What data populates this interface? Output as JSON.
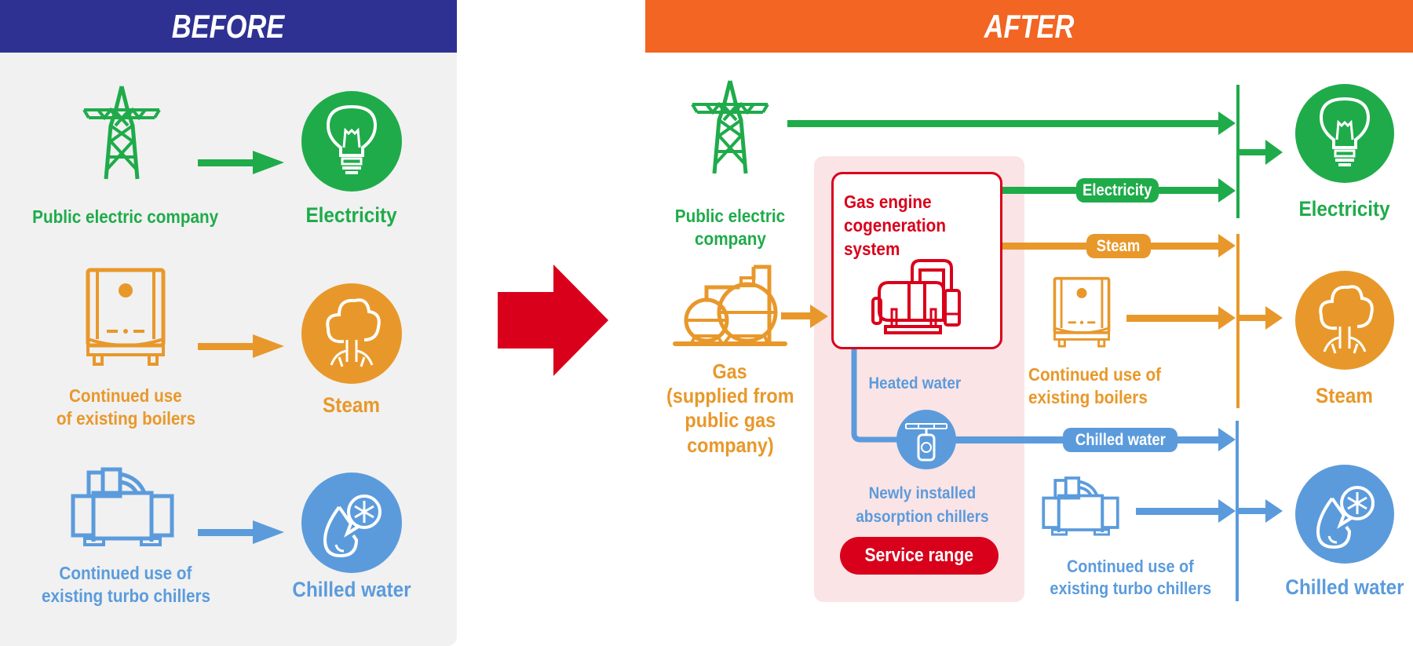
{
  "colors": {
    "before_header": "#2e3192",
    "after_header": "#f26522",
    "electricity": "#1fab4a",
    "steam": "#e8982a",
    "chilled_water": "#5b9bdc",
    "service": "#d9001b",
    "service_area_bg": "#fbe4e6",
    "before_panel_bg": "#f1f1f1"
  },
  "before": {
    "title": "BEFORE",
    "rows": [
      {
        "source_label_lines": [
          "Public electric company"
        ],
        "source_icon": "transmission-tower-icon",
        "output_label": "Electricity",
        "output_icon": "lightbulb-icon"
      },
      {
        "source_label_lines": [
          "Continued use",
          "of existing boilers"
        ],
        "source_icon": "boiler-icon",
        "output_label": "Steam",
        "output_icon": "steam-cloud-icon"
      },
      {
        "source_label_lines": [
          "Continued use of",
          "existing turbo chillers"
        ],
        "source_icon": "turbo-chiller-icon",
        "output_label": "Chilled water",
        "output_icon": "water-drop-snowflake-icon"
      }
    ]
  },
  "transition_arrow_icon": "big-right-arrow-icon",
  "after": {
    "title": "AFTER",
    "public_electric_lines": [
      "Public electric",
      "company"
    ],
    "gas_lines": [
      "Gas",
      "(supplied from",
      "public gas",
      "company)"
    ],
    "cogen_lines": [
      "Gas engine",
      "cogeneration",
      "system"
    ],
    "heated_water": "Heated water",
    "absorption_lines": [
      "Newly installed",
      "absorption chillers"
    ],
    "service_range": "Service range",
    "pills": {
      "electricity": "Electricity",
      "steam": "Steam",
      "chilled_water": "Chilled water"
    },
    "boilers_lines": [
      "Continued use of",
      "existing boilers"
    ],
    "turbo_lines": [
      "Continued use of",
      "existing turbo chillers"
    ],
    "outputs": {
      "electricity": "Electricity",
      "steam": "Steam",
      "chilled_water": "Chilled water"
    }
  }
}
